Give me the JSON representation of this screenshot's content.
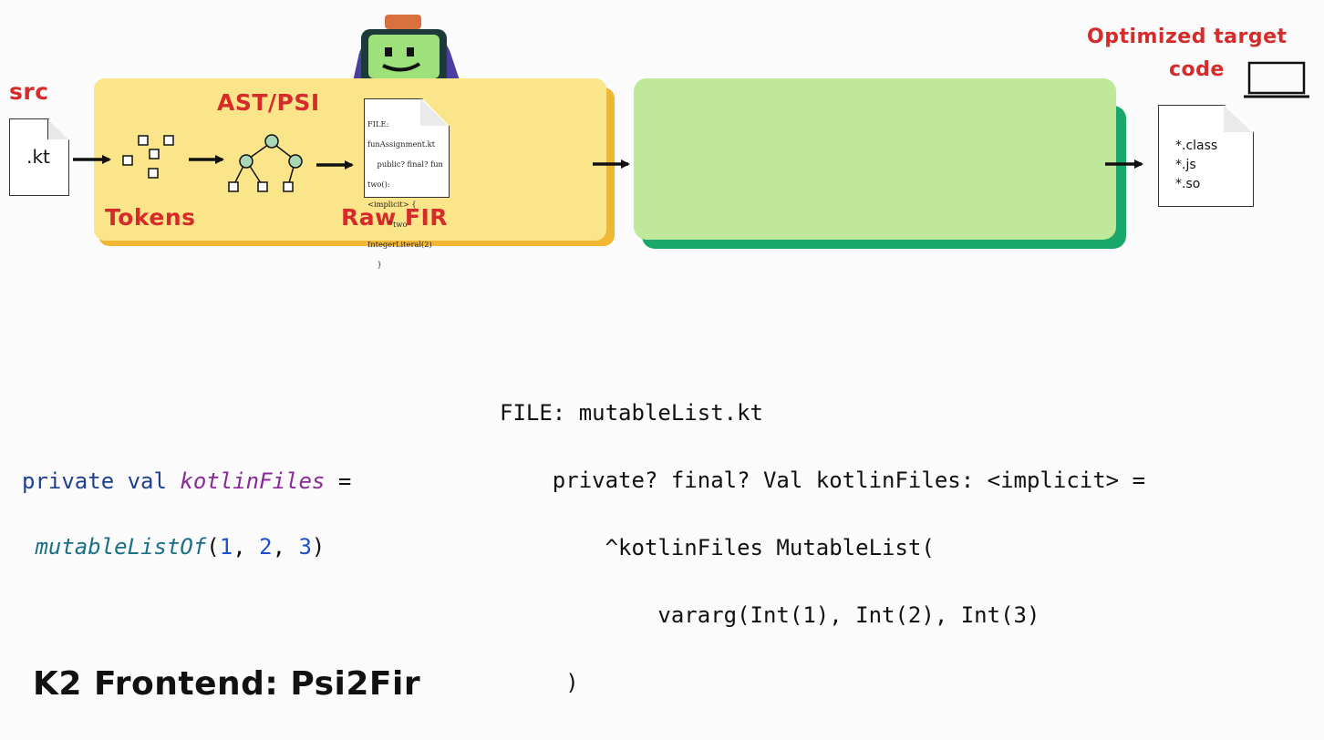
{
  "labels": {
    "src": "src",
    "ast": "AST/PSI",
    "tokens": "Tokens",
    "raw_fir": "Raw FIR",
    "optimized_line1": "Optimized target",
    "optimized_line2": "code"
  },
  "src_file": {
    "ext": ".kt"
  },
  "fir_doc": {
    "lines": [
      "FILE:",
      "funAssignment.kt",
      "    public? final? fun",
      "two():",
      "<implicit> {",
      "        ^two",
      "IntegerLiteral(2)",
      "    }"
    ]
  },
  "output_files": [
    "*.class",
    "*.js",
    "*.so"
  ],
  "source_code": {
    "kw_private": "private",
    "kw_val": "val",
    "prop": "kotlinFiles",
    "eq": " =",
    "fn": "mutableListOf",
    "open": "(",
    "n1": "1",
    "n2": "2",
    "n3": "3",
    "comma": ", ",
    "close": ")"
  },
  "fir_output": [
    "FILE: mutableList.kt",
    "    private? final? Val kotlinFiles: <implicit> =",
    "        ^kotlinFiles MutableList(",
    "            vararg(Int(1), Int(2), Int(3)",
    "     )"
  ],
  "title": "K2 Frontend: Psi2Fir",
  "colors": {
    "frontend_stage": "#fbe58a",
    "frontend_shadow": "#f1b733",
    "backend_stage": "#bfe89a",
    "backend_shadow": "#1aa86a",
    "label_red": "#d62b2b"
  }
}
